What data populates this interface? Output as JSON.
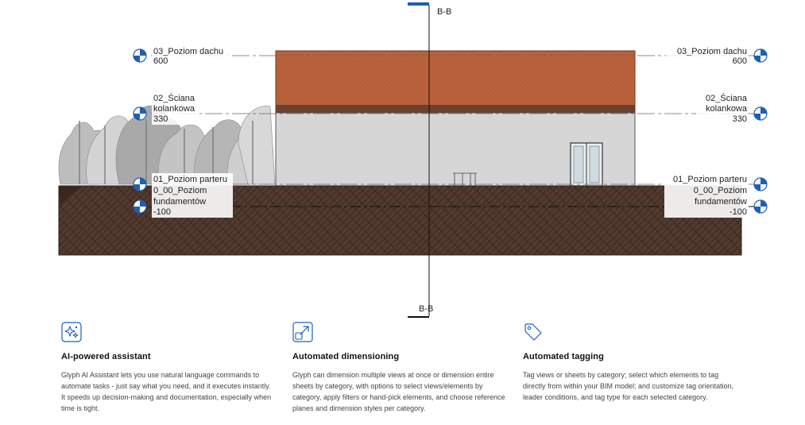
{
  "section": {
    "top_label": "B-B",
    "bottom_label": "B-B"
  },
  "levels": [
    {
      "id": "roof",
      "name_lines": [
        "03_Poziom dachu"
      ],
      "elevation": "600"
    },
    {
      "id": "knee-wall",
      "name_lines": [
        "02_Ściana",
        "kolankowa"
      ],
      "elevation": "330"
    },
    {
      "id": "ground-floor",
      "name_lines": [
        "01_Poziom parteru"
      ],
      "elevation": ""
    },
    {
      "id": "foundation",
      "name_lines": [
        "0_00_Poziom",
        "fundamentów"
      ],
      "elevation": "-100"
    }
  ],
  "features": [
    {
      "icon": "sparkles-icon",
      "title": "AI-powered assistant",
      "description": "Glyph AI Assistant lets you use natural language commands to automate tasks - just say what you need, and it executes instantly. It speeds up decision-making and documentation, especially when time is tight."
    },
    {
      "icon": "resize-arrow-icon",
      "title": "Automated dimensioning",
      "description": "Glyph can dimension multiple views at once or dimension entire sheets by category, with options to select views/elements by category, apply filters or hand-pick elements, and choose reference planes and dimension styles per category."
    },
    {
      "icon": "tag-icon",
      "title": "Automated tagging",
      "description": "Tag views or sheets by category; select which elements to tag directly from within your BIM model; and customize tag orientation, leader conditions, and tag type for each selected category."
    }
  ],
  "colors": {
    "accent": "#1f5fb5",
    "roof": "#b9623c",
    "wall": "#d6d6d6",
    "ground": "#4a3328"
  }
}
